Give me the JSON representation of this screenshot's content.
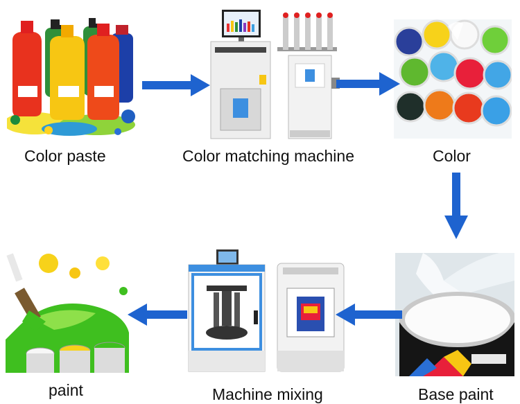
{
  "steps": [
    {
      "id": "color-paste",
      "label": "Color paste"
    },
    {
      "id": "color-matching-machine",
      "label": "Color matching machine"
    },
    {
      "id": "color",
      "label": "Color"
    },
    {
      "id": "base-paint",
      "label": "Base paint"
    },
    {
      "id": "machine-mixing",
      "label": "Machine mixing"
    },
    {
      "id": "paint",
      "label": "paint"
    }
  ],
  "arrows": [
    {
      "from": "color-paste",
      "to": "color-matching-machine",
      "direction": "right"
    },
    {
      "from": "color-matching-machine",
      "to": "color",
      "direction": "right"
    },
    {
      "from": "color",
      "to": "base-paint",
      "direction": "down"
    },
    {
      "from": "base-paint",
      "to": "machine-mixing",
      "direction": "left"
    },
    {
      "from": "machine-mixing",
      "to": "paint",
      "direction": "left"
    }
  ],
  "colors": {
    "arrow": "#1e63cf",
    "bottle_red": "#e8321e",
    "bottle_yellow": "#f7c613",
    "bottle_green": "#2f8f3a",
    "bottle_blue": "#1c3fa8",
    "machine_white": "#eeeeee",
    "machine_blue": "#3d8fe0",
    "paint_green": "#3fbf1f"
  },
  "icons": [
    "bottles-photo",
    "dispenser-machine-photo",
    "paint-cups-photo",
    "paint-can-photo",
    "mixer-machine-photo",
    "paint-splash-photo"
  ]
}
